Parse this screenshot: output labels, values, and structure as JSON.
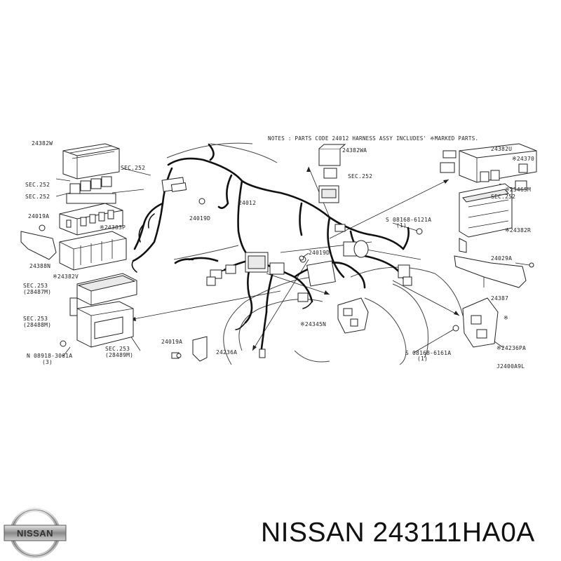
{
  "diagram": {
    "notes": "NOTES : PARTS CODE 24012 HARNESS ASSY INCLUDES' ※MARKED PARTS.",
    "figure_code": "J2400A9L",
    "labels": [
      "24382W",
      "SEC.252",
      "SEC.252",
      "SEC.252",
      "24019A",
      "※24383P",
      "24388N",
      "※24382V",
      "SEC.253",
      "(28487M)",
      "SEC.253",
      "(28488M)",
      "N 08918-3061A",
      "(3)",
      "SEC.253",
      "(28489M)",
      "24019D",
      "24012",
      "24382WA",
      "SEC.252",
      "24019D",
      "24019A",
      "24236A",
      "※24345N",
      "S 08168-6121A",
      "(1)",
      "24382U",
      "※24370",
      "※25465M",
      "SEC.252",
      "※24382R",
      "24029A",
      "24387",
      "※",
      "※24236PA",
      "S 08168-6161A",
      "(1)"
    ]
  },
  "brand": {
    "logo_text": "NISSAN",
    "part_number_text": "NISSAN 243111HA0A"
  }
}
